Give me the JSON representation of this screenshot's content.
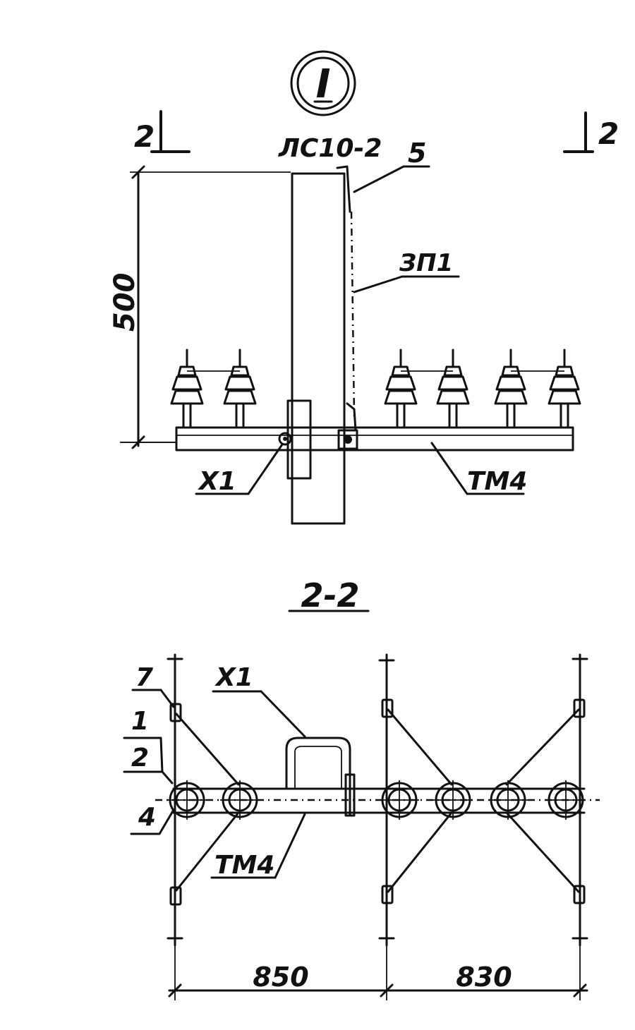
{
  "view_top": {
    "detail_mark": "I",
    "section_mark_left": "2",
    "section_mark_right": "2",
    "support_label": "ЛС10-2",
    "callout_5": "5",
    "callout_zp1": "ЗП1",
    "dim_height": "500",
    "callout_x1": "Х1",
    "callout_tm4": "ТМ4"
  },
  "view_section": {
    "title": "2-2",
    "callout_7": "7",
    "callout_1": "1",
    "callout_2": "2",
    "callout_4": "4",
    "callout_x1": "Х1",
    "callout_tm4": "ТМ4",
    "dim_left": "850",
    "dim_right": "830"
  }
}
